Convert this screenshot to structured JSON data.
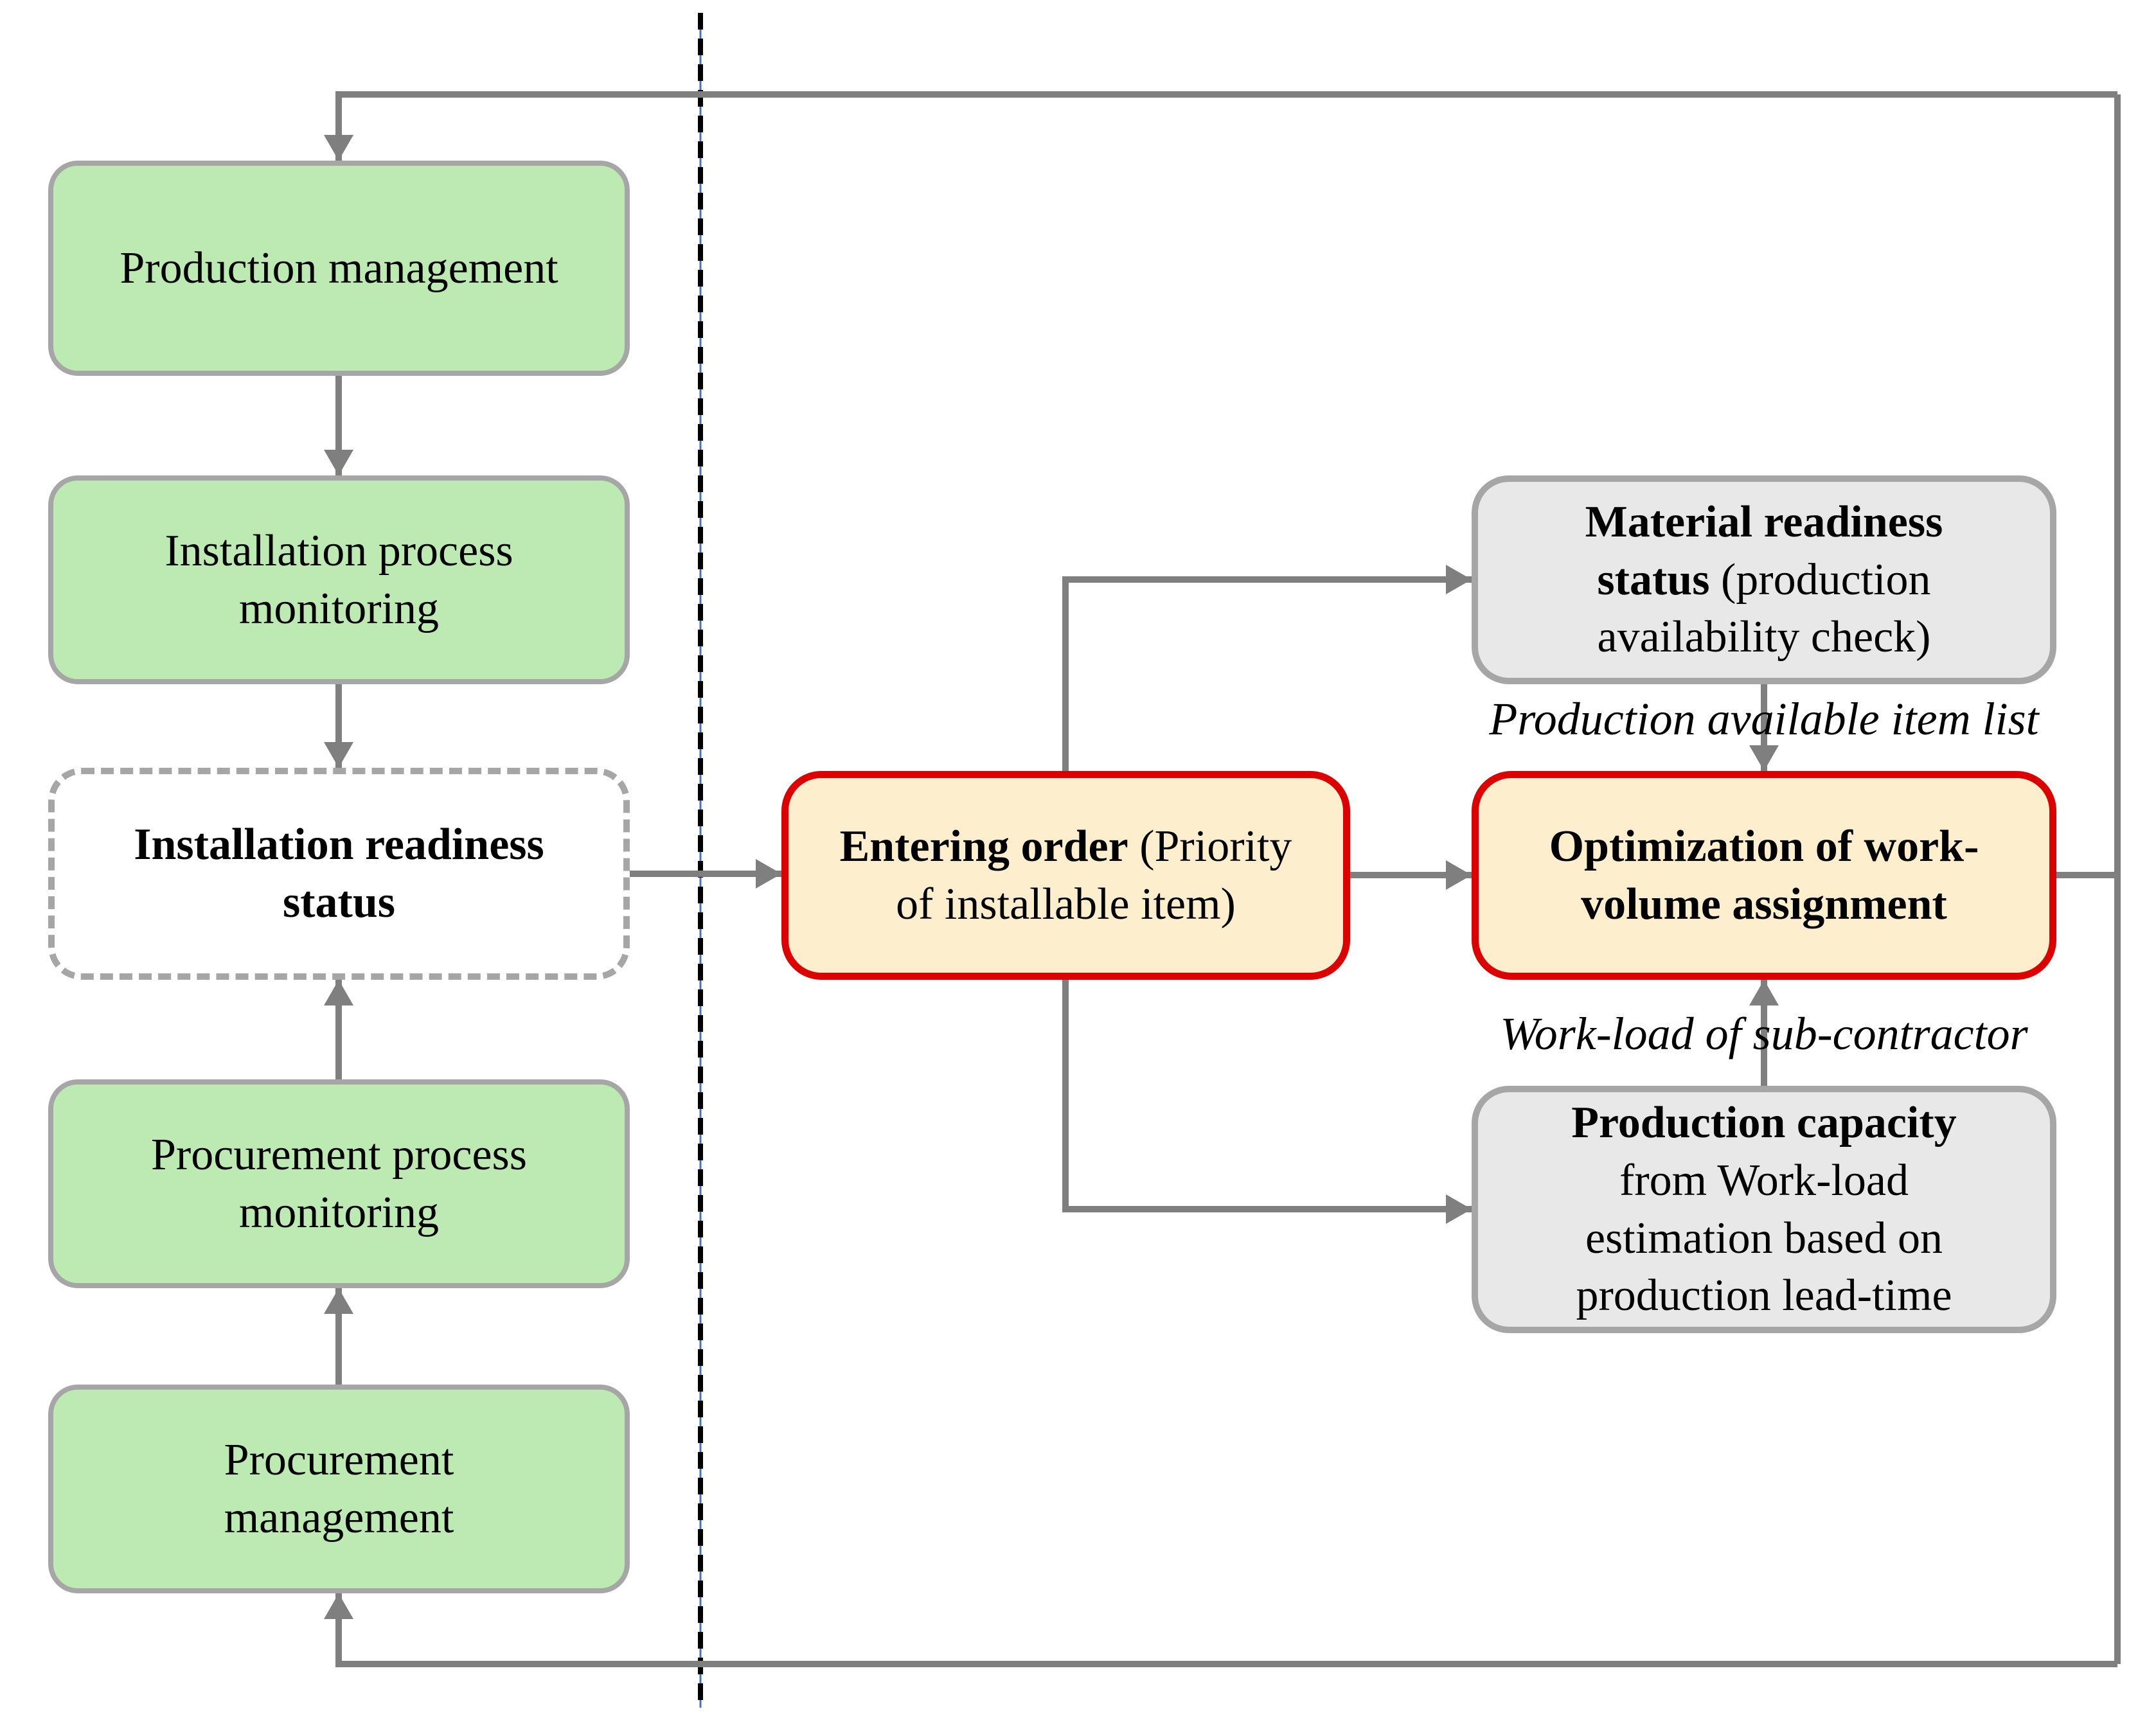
{
  "colors": {
    "canvas_bg": "#ffffff",
    "green_fill": "#bdeab3",
    "neutral_border": "#a6a6a6",
    "gray_fill": "#e8e8e8",
    "cream_fill": "#fdeecd",
    "red_border": "#dd0000",
    "connector": "#7f7f7f",
    "divider": "#000000",
    "divider_accent": "#4472c4",
    "text": "#000000"
  },
  "nodes": {
    "production_management": {
      "label": "Production management"
    },
    "installation_process_monitoring": {
      "label": "Installation process\nmonitoring"
    },
    "installation_readiness_status": {
      "label": "Installation readiness\nstatus"
    },
    "procurement_process_monitoring": {
      "label": "Procurement process\nmonitoring"
    },
    "procurement_management": {
      "label": "Procurement\nmanagement"
    },
    "entering_order": {
      "label_bold": "Entering order",
      "label_rest": " (Priority\nof installable item)"
    },
    "material_readiness_status": {
      "label_bold": "Material readiness\nstatus",
      "label_rest": " (production\navailability check)"
    },
    "optimization_work_volume": {
      "label_bold": "Optimization of work-\nvolume assignment"
    },
    "production_capacity": {
      "label_bold": "Production capacity",
      "label_rest": "\nfrom Work-load\nestimation based on\nproduction lead-time"
    }
  },
  "labels": {
    "production_available_item_list": "Production available item list",
    "work_load_of_sub_contractor": "Work-load of sub-contractor"
  }
}
